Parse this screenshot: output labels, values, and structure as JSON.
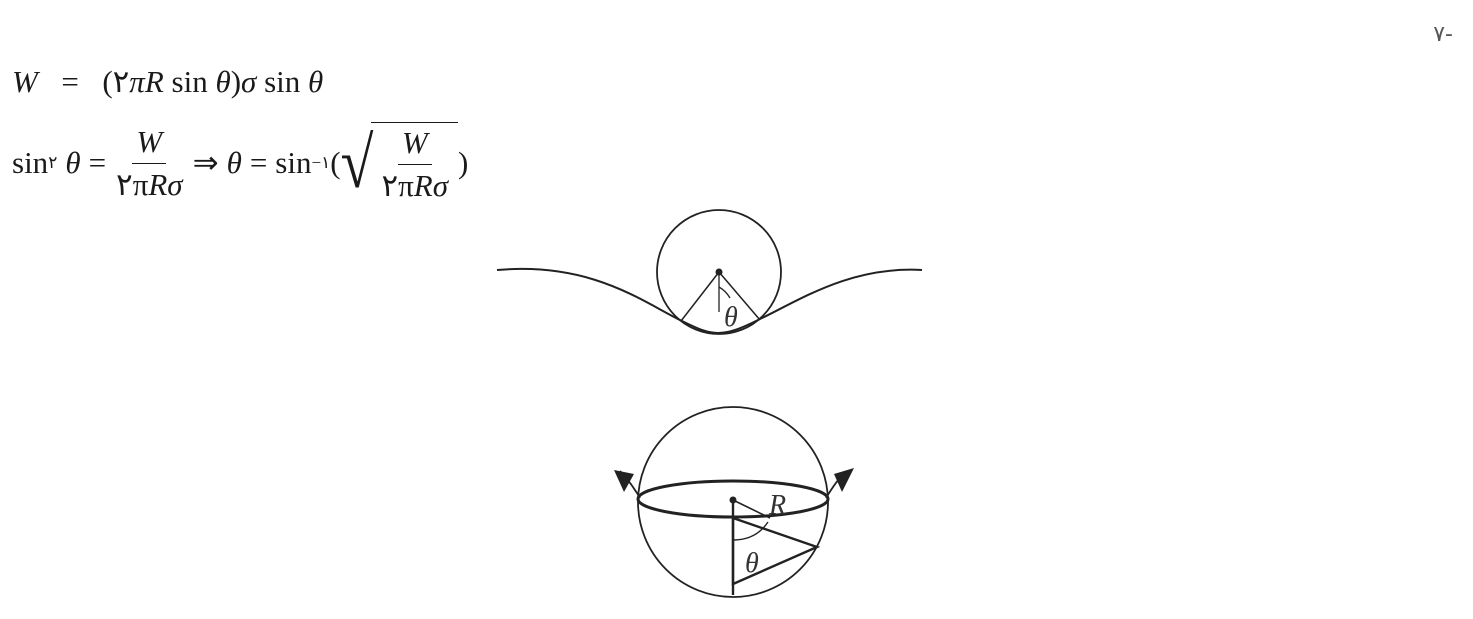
{
  "page_number": "-۷",
  "equation_1": {
    "lhs": "W",
    "equals": "=",
    "rhs_open": "(۲",
    "pi": "π",
    "R": "R",
    "sin1": "sin",
    "theta1": "θ",
    "rhs_close": ")",
    "sigma": "σ",
    "sin2": "sin",
    "theta2": "θ"
  },
  "equation_2": {
    "sin": "sin",
    "power": "۲",
    "theta": "θ",
    "equals": "=",
    "frac_num": "W",
    "frac_den_coeff": "۲π",
    "frac_den_var": "Rσ",
    "implies": "⇒",
    "theta2": "θ",
    "equals2": "=",
    "arcsin": "sin",
    "inverse_power": "−۱",
    "open_paren": "(",
    "sqrt_num": "W",
    "sqrt_den_coeff": "۲π",
    "sqrt_den_var": "Rσ",
    "close_paren": ")"
  },
  "figure_top": {
    "angle_label": "θ"
  },
  "figure_bottom": {
    "radius_label": "R",
    "angle_label": "θ"
  }
}
